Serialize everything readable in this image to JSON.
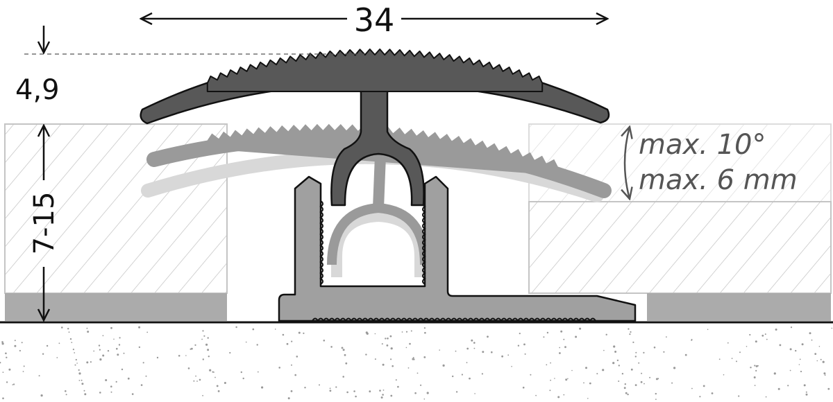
{
  "dimensions": {
    "width_label": "34",
    "top_height_label": "4,9",
    "floor_height_label": "7-15",
    "angle_note": "max. 10°",
    "offset_note": "max. 6 mm"
  },
  "colors": {
    "cap": "#585858",
    "base": "#a0a0a0",
    "ghost_mid": "#9a9a9a",
    "ghost_light": "#d8d8d8",
    "hatch": "#c8c8c8",
    "floor_strip": "#ababab",
    "note": "#555555"
  }
}
